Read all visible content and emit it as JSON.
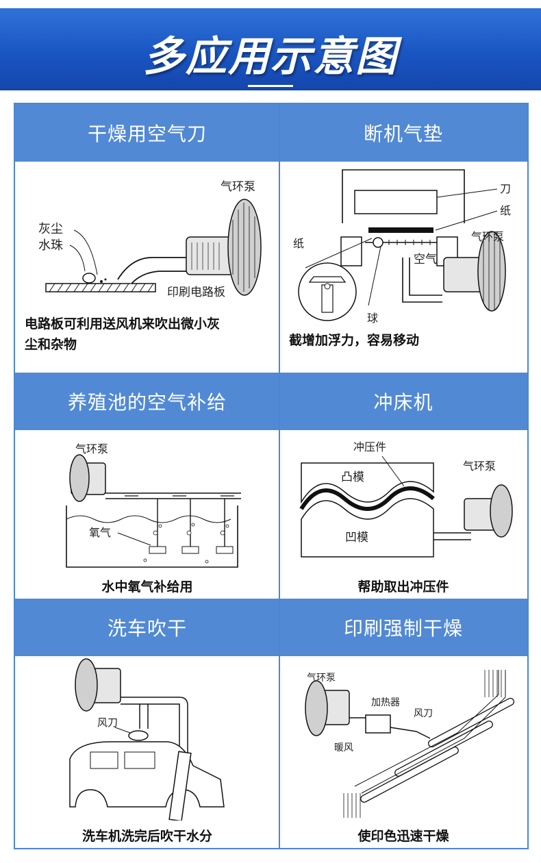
{
  "banner": {
    "title": "多应用示意图",
    "accent": "#1a55c2"
  },
  "panels": [
    {
      "title": "干燥用空气刀",
      "caption": "电路板可利用送风机来吹出微小灰尘和杂物",
      "labels": {
        "pump": "气环泵",
        "dust": "灰尘",
        "water": "水珠",
        "board": "印刷电路板"
      }
    },
    {
      "title": "断机气垫",
      "caption": "截增加浮力，容易移动",
      "labels": {
        "knife": "刀",
        "paper": "纸",
        "paper2": "纸",
        "pump": "气环泵",
        "air": "空气",
        "ball": "球"
      }
    },
    {
      "title": "养殖池的空气补给",
      "caption": "水中氧气补给用",
      "labels": {
        "pump": "气环泵",
        "oxygen": "氧气"
      }
    },
    {
      "title": "冲床机",
      "caption": "帮助取出冲压件",
      "labels": {
        "part": "冲压件",
        "upper": "凸模",
        "lower": "凹模",
        "pump": "气环泵"
      }
    },
    {
      "title": "洗车吹干",
      "caption": "洗车机洗完后吹干水分",
      "labels": {
        "knife": "风刀"
      }
    },
    {
      "title": "印刷强制干燥",
      "caption": "使印色迅速干燥",
      "labels": {
        "pump": "气环泵",
        "heater": "加热器",
        "knife": "风刀",
        "warm": "暖风"
      }
    }
  ],
  "colors": {
    "header": "#5189d5",
    "border": "#4c86d2"
  }
}
